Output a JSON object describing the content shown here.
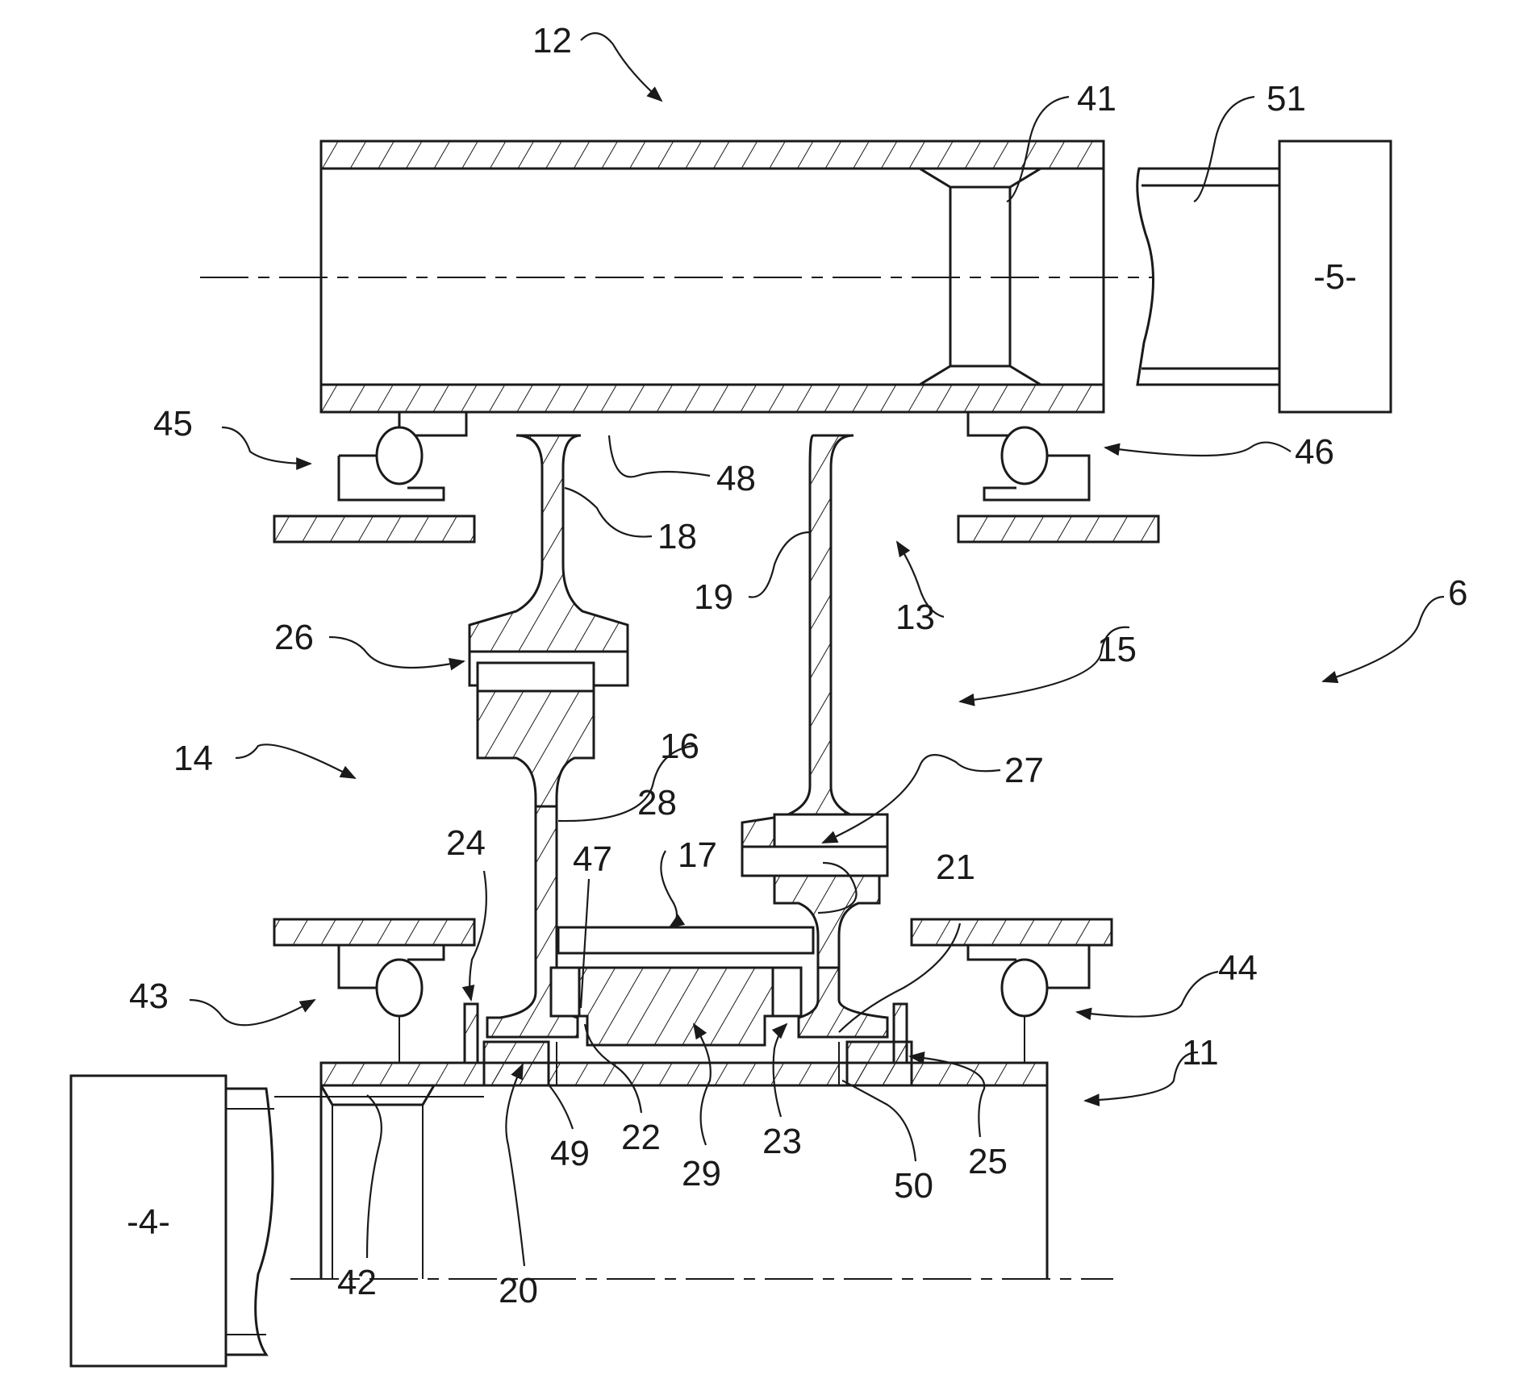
{
  "figure": {
    "type": "patent-cross-section",
    "components": {
      "motor_left": "-4-",
      "motor_right": "-5-"
    },
    "reference_numerals": [
      {
        "id": "ref-12",
        "text": "12"
      },
      {
        "id": "ref-41",
        "text": "41"
      },
      {
        "id": "ref-51",
        "text": "51"
      },
      {
        "id": "ref-45",
        "text": "45"
      },
      {
        "id": "ref-46",
        "text": "46"
      },
      {
        "id": "ref-48",
        "text": "48"
      },
      {
        "id": "ref-18",
        "text": "18"
      },
      {
        "id": "ref-19",
        "text": "19"
      },
      {
        "id": "ref-13",
        "text": "13"
      },
      {
        "id": "ref-6",
        "text": "6"
      },
      {
        "id": "ref-26",
        "text": "26"
      },
      {
        "id": "ref-15",
        "text": "15"
      },
      {
        "id": "ref-14",
        "text": "14"
      },
      {
        "id": "ref-16",
        "text": "16"
      },
      {
        "id": "ref-27",
        "text": "27"
      },
      {
        "id": "ref-28",
        "text": "28"
      },
      {
        "id": "ref-24",
        "text": "24"
      },
      {
        "id": "ref-47",
        "text": "47"
      },
      {
        "id": "ref-17",
        "text": "17"
      },
      {
        "id": "ref-21",
        "text": "21"
      },
      {
        "id": "ref-43",
        "text": "43"
      },
      {
        "id": "ref-44",
        "text": "44"
      },
      {
        "id": "ref-11",
        "text": "11"
      },
      {
        "id": "ref-49",
        "text": "49"
      },
      {
        "id": "ref-22",
        "text": "22"
      },
      {
        "id": "ref-29",
        "text": "29"
      },
      {
        "id": "ref-23",
        "text": "23"
      },
      {
        "id": "ref-50",
        "text": "50"
      },
      {
        "id": "ref-25",
        "text": "25"
      },
      {
        "id": "ref-42",
        "text": "42"
      },
      {
        "id": "ref-20",
        "text": "20"
      }
    ]
  }
}
